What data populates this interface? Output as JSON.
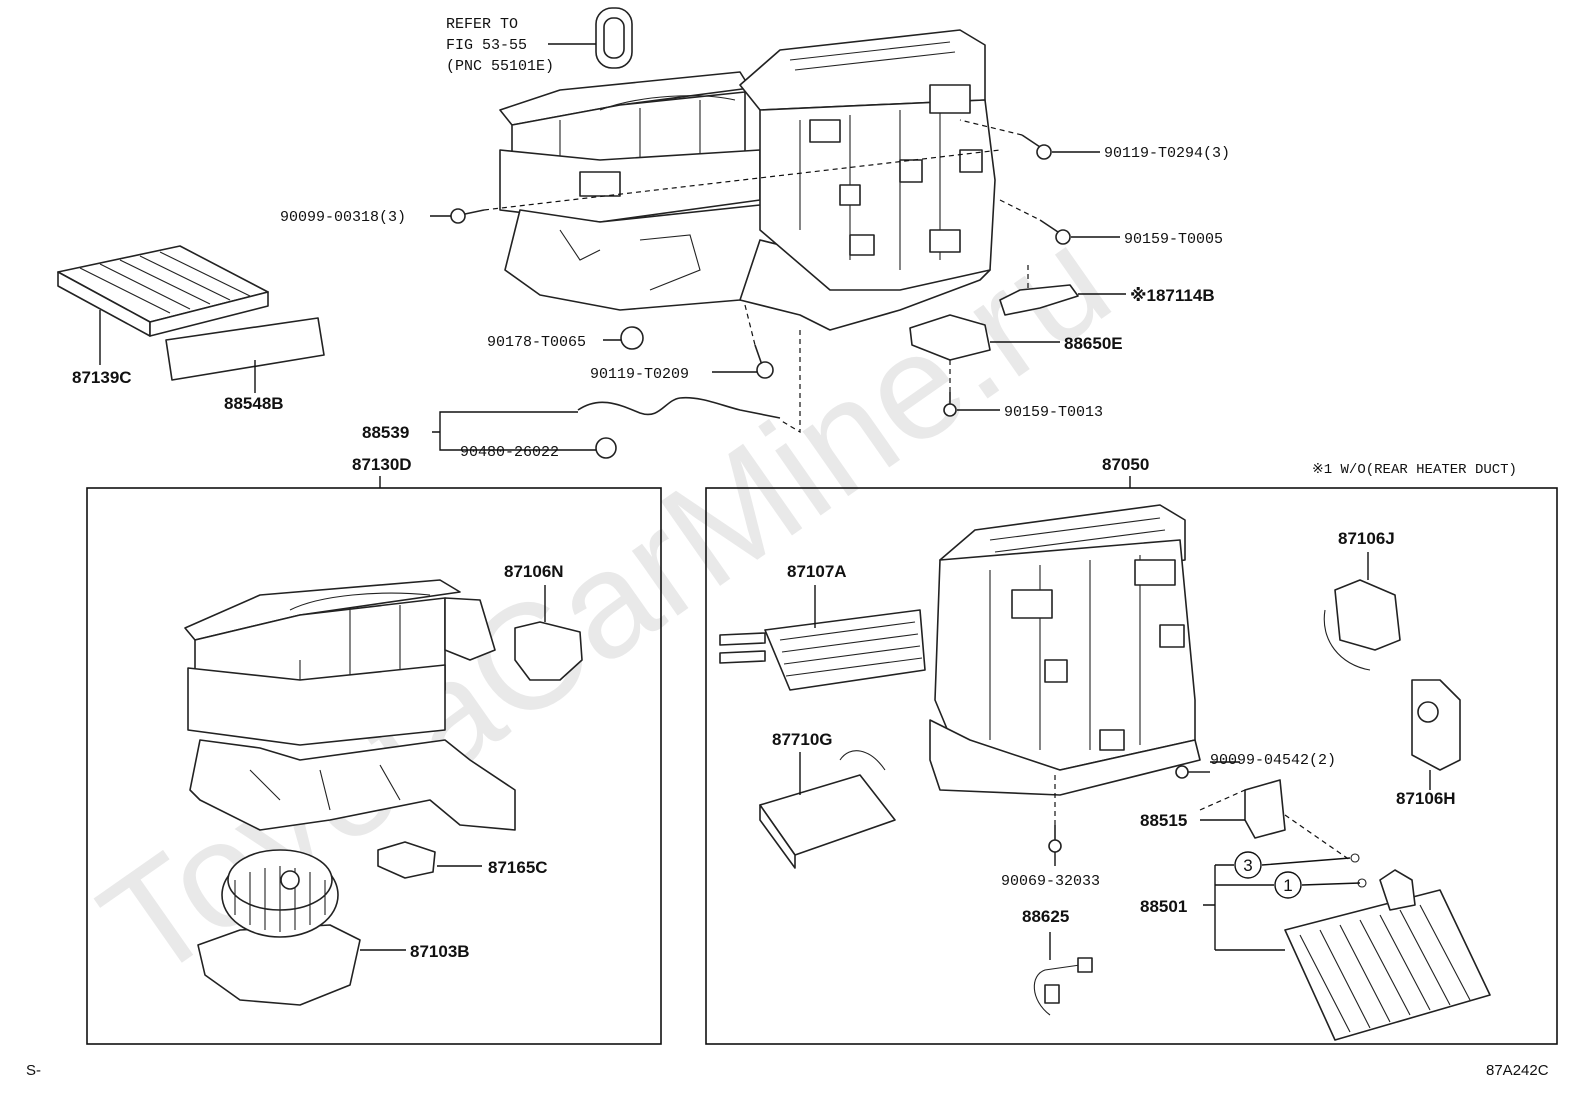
{
  "watermark": "ToyotaCarMine.ru",
  "note": "※1 W/O(REAR HEATER DUCT)",
  "corner_left": "S-",
  "corner_right": "87A242C",
  "refer": {
    "line1": "REFER TO",
    "line2": "FIG 53-55",
    "line3": "(PNC 55101E)"
  },
  "top_labels": {
    "bolt_90119_t0294": "90119-T0294(3)",
    "screw_90099_00318": "90099-00318(3)",
    "screw_90159_t0005": "90159-T0005",
    "bracket_87114b": "※187114B",
    "filter_87139c": "87139C",
    "cover_88548b": "88548B",
    "nut_90178_t0065": "90178-T0065",
    "bolt_90119_t0209": "90119-T0209",
    "module_88650e": "88650E",
    "screw_90159_t0013": "90159-T0013",
    "hose_88539": "88539",
    "grommet_90480_26022": "90480-26022"
  },
  "left_box": {
    "title": "87130D",
    "servo_87106n": "87106N",
    "resistor_87165c": "87165C",
    "blower_87103b": "87103B"
  },
  "right_box": {
    "title": "87050",
    "heater_core_87107a": "87107A",
    "ptc_87710g": "87710G",
    "servo_87106j": "87106J",
    "servo_87106h": "87106H",
    "screw_90099_04542": "90099-04542(2)",
    "valve_88515": "88515",
    "screw_90069_32033": "90069-32033",
    "thermistor_88625": "88625",
    "evaporator_88501": "88501",
    "callout_3": "3",
    "callout_1": "1"
  }
}
